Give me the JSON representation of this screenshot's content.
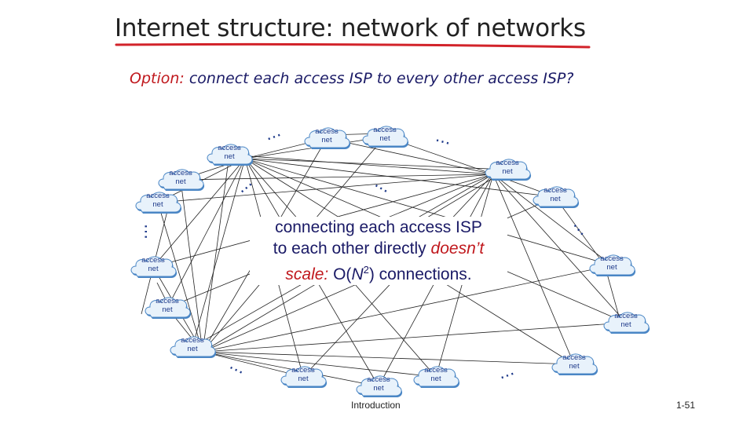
{
  "title": "Internet structure: network of networks",
  "question": {
    "prefix": "Option:",
    "rest": " connect each access ISP to every other access ISP?"
  },
  "node_label_line1": "access",
  "node_label_line2": "net",
  "ellipsis": "…",
  "callout": {
    "line1": "connecting each access ISP",
    "line2a": "to each other directly ",
    "line2b": "doesn’t",
    "line3a": "scale:",
    "line3b": " O(",
    "line3c": "N",
    "line3d": "2",
    "line3e": ") connections."
  },
  "footer": "Introduction",
  "slide_number": "1-51",
  "colors": {
    "node_fill": "#4a86c5",
    "node_highlight": "#e8f2fb",
    "label": "#1e3a8a",
    "accent_red": "#c0181d",
    "title_underline": "#d2232a"
  }
}
